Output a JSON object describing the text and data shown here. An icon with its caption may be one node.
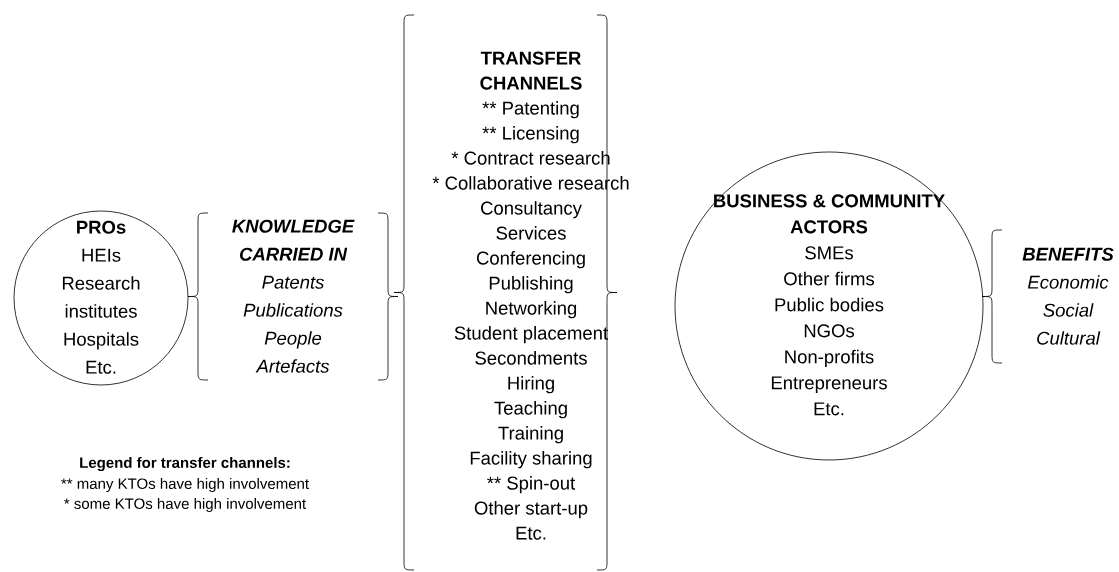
{
  "diagram": {
    "nodes": [
      {
        "text": [
          "PROs",
          "HEIs",
          "Research institutes",
          "Hospitals",
          "Etc."
        ]
      },
      {
        "text": [
          "KNOWLEDGE CARRIED IN",
          "Patents",
          "Publications",
          "People",
          "Artefacts"
        ]
      },
      {
        "text": [
          "TRANSFER CHANNELS",
          "** Patenting",
          "** Licensing",
          "* Contract research",
          "* Collaborative research",
          "Consultancy",
          "Services",
          "Conferencing",
          "Publishing",
          "Networking",
          "Student placement",
          "Secondments",
          "Hiring",
          "Teaching",
          "Training",
          "Facility sharing",
          "** Spin-out",
          "Other start-up",
          "Etc."
        ]
      },
      {
        "text": [
          "BUSINESS & COMMUNITY ACTORS",
          "SMEs",
          "Other firms",
          "Public bodies",
          "NGOs",
          "Non-profits",
          "Entrepreneurs",
          "Etc."
        ]
      },
      {
        "text": [
          "BENEFITS",
          "Economic",
          "Social",
          "Cultural"
        ]
      }
    ],
    "labels": [
      "Legend for transfer channels:",
      "** many KTOs have high involvement",
      "* some KTOs have high involvement"
    ]
  }
}
